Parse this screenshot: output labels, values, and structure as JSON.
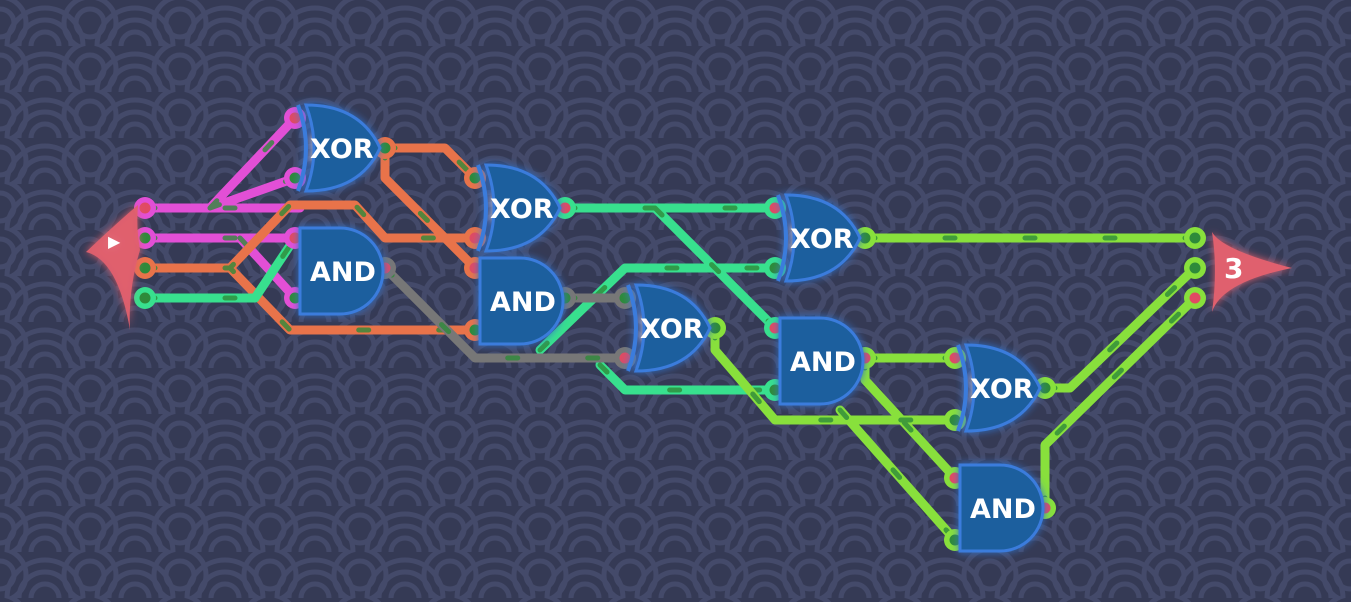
{
  "colors": {
    "background": "#353a55",
    "pattern": "#4a5072",
    "gate_fill": "#1e5f9e",
    "gate_stroke": "#0f3f73",
    "gate_glow": "#3a7bdc",
    "io_marker": "#e0606e",
    "wire_magenta": "#e24fd6",
    "wire_orange": "#e8734a",
    "wire_teal": "#38e08e",
    "wire_lime": "#88e03c",
    "wire_gray": "#777777",
    "pin_high": "#e04a63",
    "pin_low": "#2e8a3a"
  },
  "input_marker": {
    "icon": "play-icon",
    "glyph": "▶"
  },
  "output_marker": {
    "value": "3"
  },
  "gates": [
    {
      "type": "XOR",
      "label": "XOR"
    },
    {
      "type": "AND",
      "label": "AND"
    },
    {
      "type": "XOR",
      "label": "XOR"
    },
    {
      "type": "AND",
      "label": "AND"
    },
    {
      "type": "XOR",
      "label": "XOR"
    },
    {
      "type": "XOR",
      "label": "XOR"
    },
    {
      "type": "AND",
      "label": "AND"
    },
    {
      "type": "XOR",
      "label": "XOR"
    },
    {
      "type": "AND",
      "label": "AND"
    }
  ]
}
